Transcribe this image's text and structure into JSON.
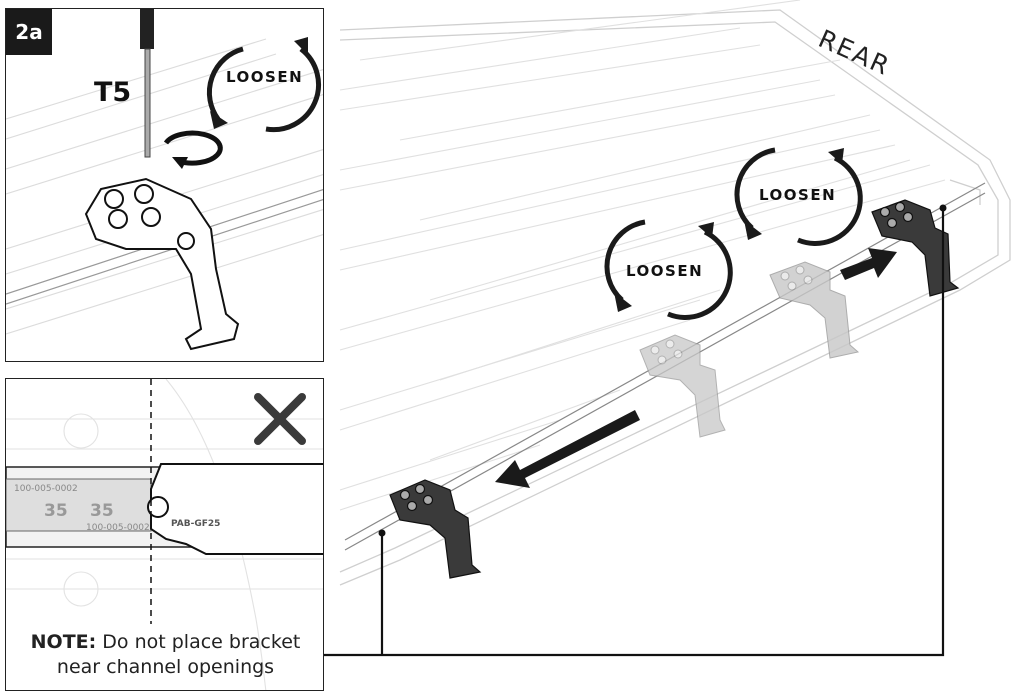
{
  "step": {
    "badge": "2a",
    "tool": "T5"
  },
  "loosen_labels": [
    "LOOSEN",
    "LOOSEN",
    "LOOSEN"
  ],
  "rear_label": "REAR",
  "part_labels": [
    "100-005-0002",
    "35",
    "35",
    "100-005-0002",
    "PAB-GF25"
  ],
  "note": {
    "label": "NOTE:",
    "text": "Do not place bracket",
    "text_line2": "near channel openings"
  },
  "colors": {
    "ink": "#1a1a1a",
    "rack_line": "#d8d8d8",
    "bracket_fill": "#3a3a3a",
    "ghost_fill": "#bdbdbd"
  },
  "icons": [
    "screwdriver-icon",
    "rotate-arrow-icon",
    "cross-icon",
    "move-arrow-icon"
  ]
}
